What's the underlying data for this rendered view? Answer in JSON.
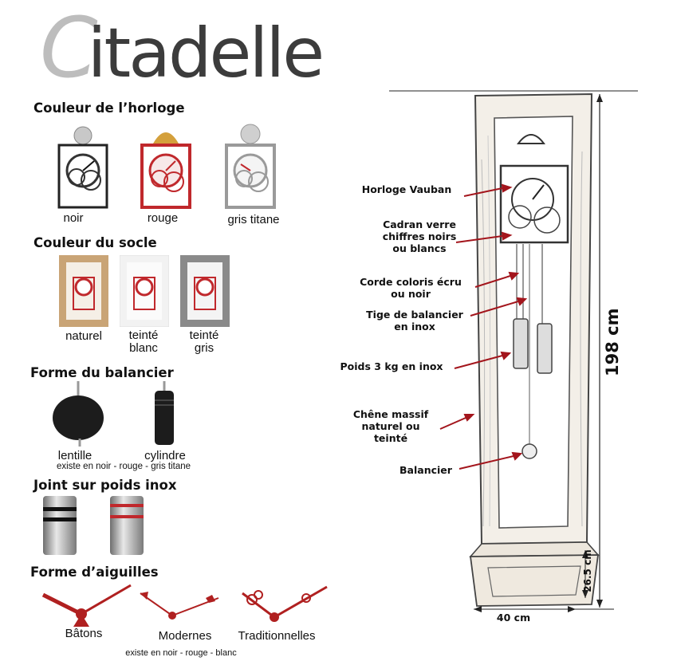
{
  "brand": {
    "initial": "C",
    "rest": "itadelle"
  },
  "sections": {
    "clock_color": {
      "title": "Couleur de l’horloge",
      "options": [
        {
          "label": "noir",
          "color": "#2a2a2a"
        },
        {
          "label": "rouge",
          "color": "#c0282c"
        },
        {
          "label": "gris titane",
          "color": "#a9a9a9"
        }
      ]
    },
    "base_color": {
      "title": "Couleur du socle",
      "options": [
        {
          "label": "naturel",
          "color": "#c9a476"
        },
        {
          "label_line1": "teinté",
          "label_line2": "blanc",
          "color": "#f2f2f2"
        },
        {
          "label_line1": "teinté",
          "label_line2": "gris",
          "color": "#8a8a8a"
        }
      ]
    },
    "pendulum_shape": {
      "title": "Forme du balancier",
      "options": [
        {
          "label": "lentille"
        },
        {
          "label": "cylindre"
        }
      ],
      "note": "existe en noir - rouge - gris titane"
    },
    "weight_joint": {
      "title": "Joint sur poids inox"
    },
    "hands_shape": {
      "title": "Forme d’aiguilles",
      "options": [
        {
          "label": "Bâtons"
        },
        {
          "label": "Modernes"
        },
        {
          "label": "Traditionnelles"
        }
      ],
      "note": "existe en noir - rouge - blanc"
    }
  },
  "diagram": {
    "callouts": {
      "vauban": "Horloge Vauban",
      "cadran_1": "Cadran verre",
      "cadran_2": "chiffres noirs",
      "cadran_3": "ou blancs",
      "corde_1": "Corde coloris écru",
      "corde_2": "ou noir",
      "tige_1": "Tige de balancier",
      "tige_2": "en inox",
      "poids": "Poids 3 kg en inox",
      "chene_1": "Chêne massif",
      "chene_2": "naturel ou",
      "chene_3": "teinté",
      "balancier": "Balancier"
    },
    "dimensions": {
      "height": "198 cm",
      "width": "40 cm",
      "base_height": "26.5 cm"
    },
    "arrow_color": "#a3151c"
  }
}
